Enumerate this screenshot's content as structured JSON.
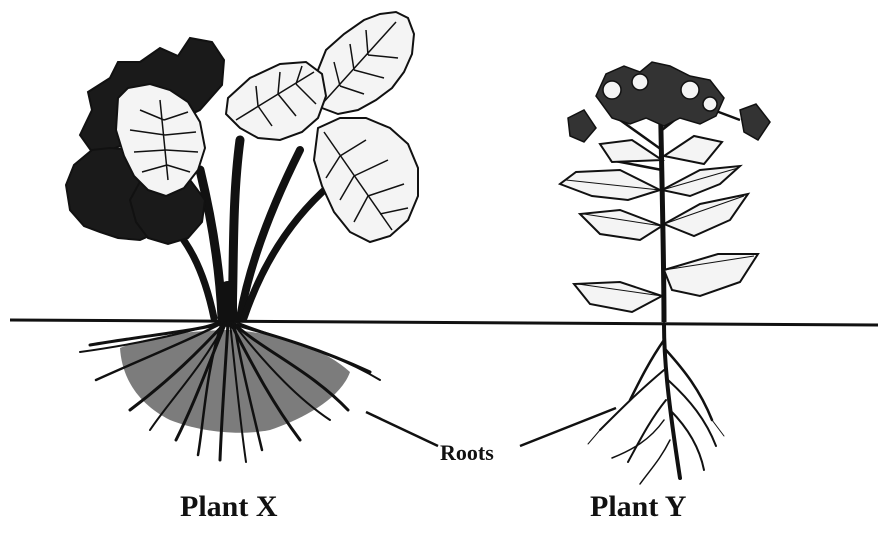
{
  "labels": {
    "roots": "Roots",
    "plant_x": "Plant X",
    "plant_y": "Plant Y"
  },
  "colors": {
    "ink": "#111111",
    "background": "#ffffff",
    "leaf_fill": "#f4f4f4"
  }
}
